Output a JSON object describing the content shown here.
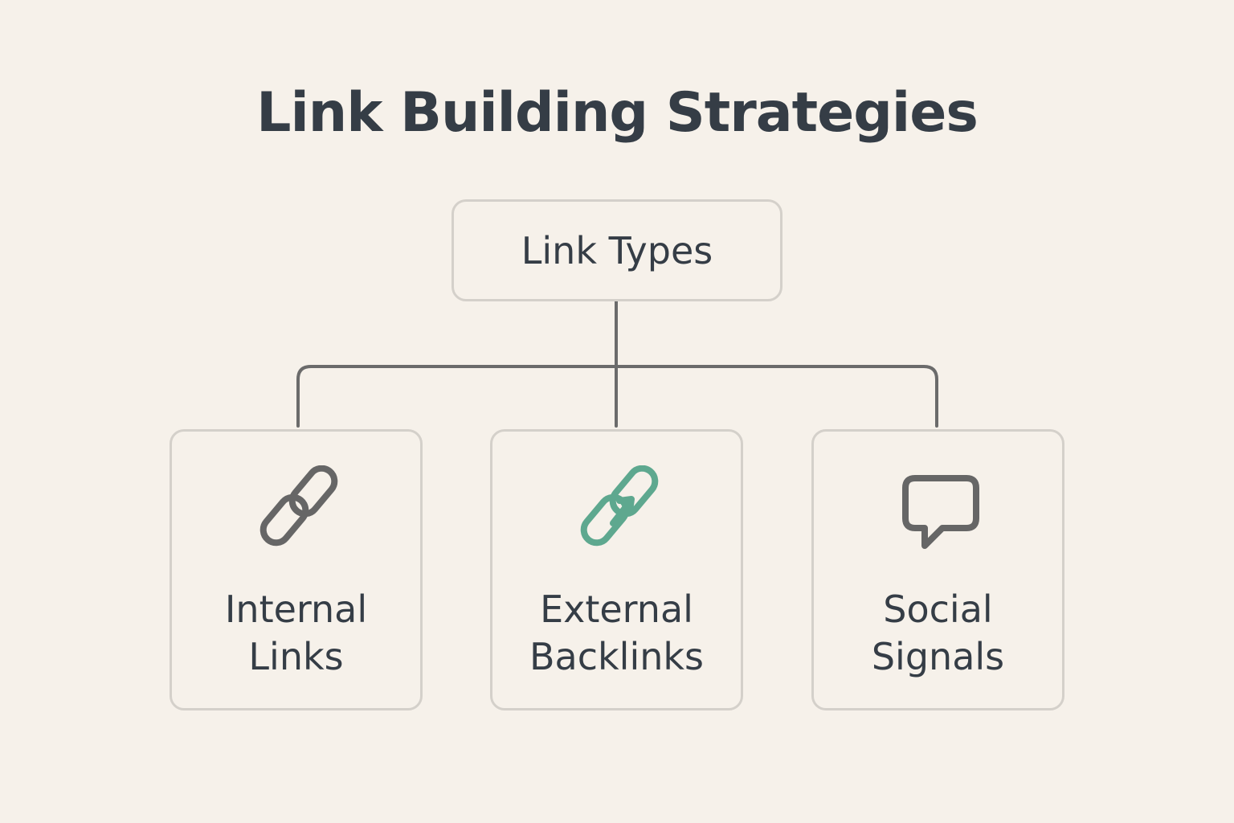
{
  "title": "Link Building Strategies",
  "root": {
    "label": "Link Types"
  },
  "children": [
    {
      "line1": "Internal",
      "line2": "Links",
      "icon": "chain-link-icon",
      "icon_color": "#666666"
    },
    {
      "line1": "External",
      "line2": "Backlinks",
      "icon": "chain-link-arrow-icon",
      "icon_color": "#5ea88f"
    },
    {
      "line1": "Social",
      "line2": "Signals",
      "icon": "speech-bubble-icon",
      "icon_color": "#666666"
    }
  ],
  "colors": {
    "background": "#f6f1ea",
    "text": "#353d46",
    "box_border": "#d4d0ca",
    "connector": "#6b6b6b",
    "accent": "#5ea88f"
  }
}
